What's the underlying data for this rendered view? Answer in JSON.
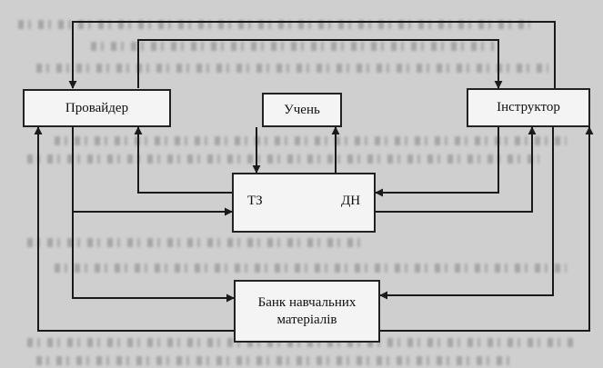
{
  "diagram": {
    "nodes": {
      "provider": "Провайдер",
      "student": "Учень",
      "instructor": "Інструктор",
      "tz": "ТЗ",
      "dn": "ДН",
      "bank_line1": "Банк навчальних",
      "bank_line2": "матеріалів"
    }
  }
}
